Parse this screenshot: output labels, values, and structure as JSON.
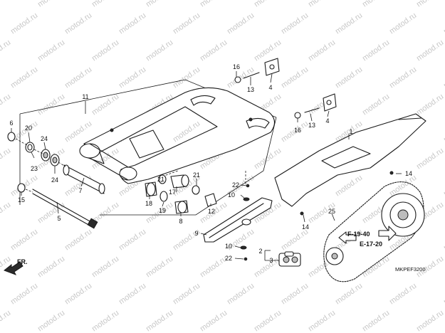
{
  "watermark": "motod.ru",
  "diagram_code": "MKPEF3200",
  "front_marker": "FR.",
  "references": {
    "ref1": "F-19-40",
    "ref2": "E-17-20"
  },
  "callouts": {
    "c1": "1",
    "c2": "2",
    "c3": "3",
    "c4a": "4",
    "c4b": "4",
    "c5": "5",
    "c6": "6",
    "c7": "7",
    "c8": "8",
    "c9": "9",
    "c10a": "10",
    "c10b": "10",
    "c11": "11",
    "c12": "12",
    "c13a": "13",
    "c13b": "13",
    "c14a": "14",
    "c14b": "14",
    "c15": "15",
    "c16a": "16",
    "c16b": "16",
    "c17": "17",
    "c18": "18",
    "c19": "19",
    "c20": "20",
    "c21a": "21",
    "c21b": "21",
    "c22a": "22",
    "c22b": "22",
    "c23": "23",
    "c24a": "24",
    "c24b": "24",
    "c25": "25"
  }
}
